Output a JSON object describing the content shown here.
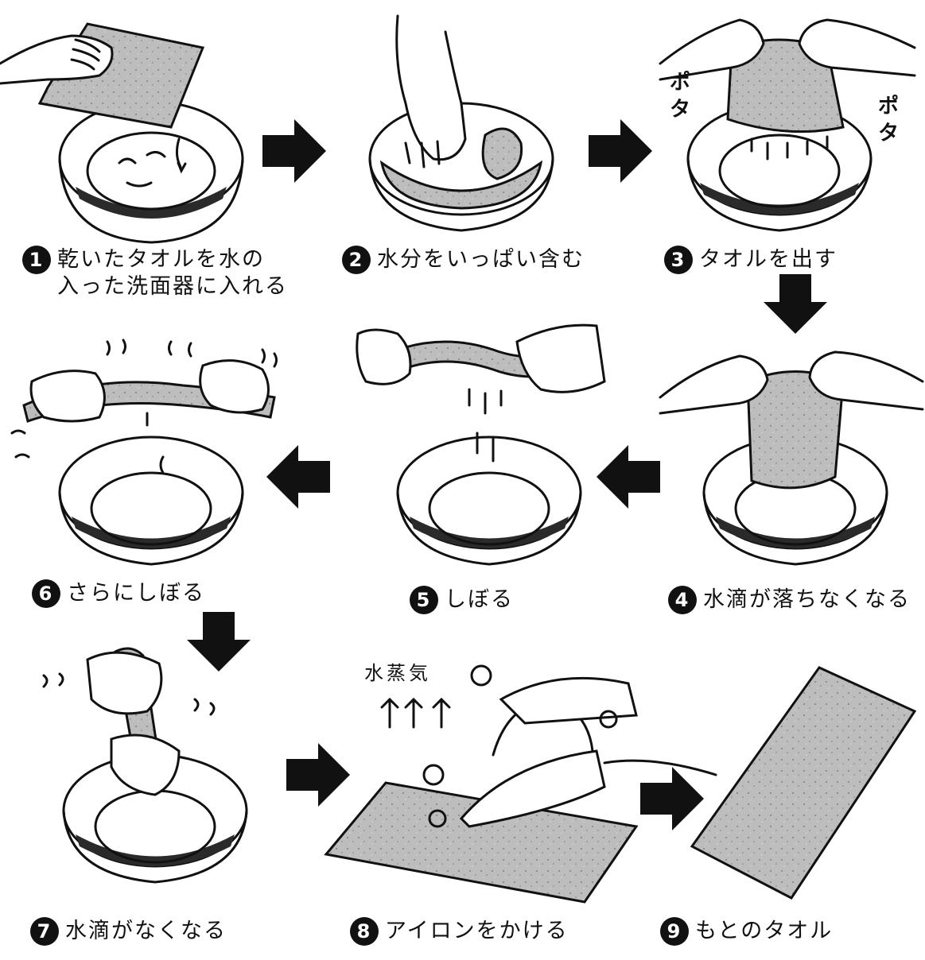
{
  "steps": [
    {
      "number": "1",
      "text": "乾いたタオルを水の\n入った洗面器に入れる"
    },
    {
      "number": "2",
      "text": "水分をいっぱい含む"
    },
    {
      "number": "3",
      "text": "タオルを出す"
    },
    {
      "number": "4",
      "text": "水滴が落ちなくなる"
    },
    {
      "number": "5",
      "text": "しぼる"
    },
    {
      "number": "6",
      "text": "さらにしぼる"
    },
    {
      "number": "7",
      "text": "水滴がなくなる"
    },
    {
      "number": "8",
      "text": "アイロンをかける"
    },
    {
      "number": "9",
      "text": "もとのタオル"
    }
  ],
  "sound_effects": {
    "drip_left_1": "ポ",
    "drip_left_2": "タ",
    "drip_right_1": "ポ",
    "drip_right_2": "タ",
    "steam_label": "水蒸気"
  },
  "colors": {
    "ink": "#111111",
    "towel_gray": "#b8b8b8",
    "bowl_shadow": "#2a2a2a",
    "background": "#ffffff"
  }
}
